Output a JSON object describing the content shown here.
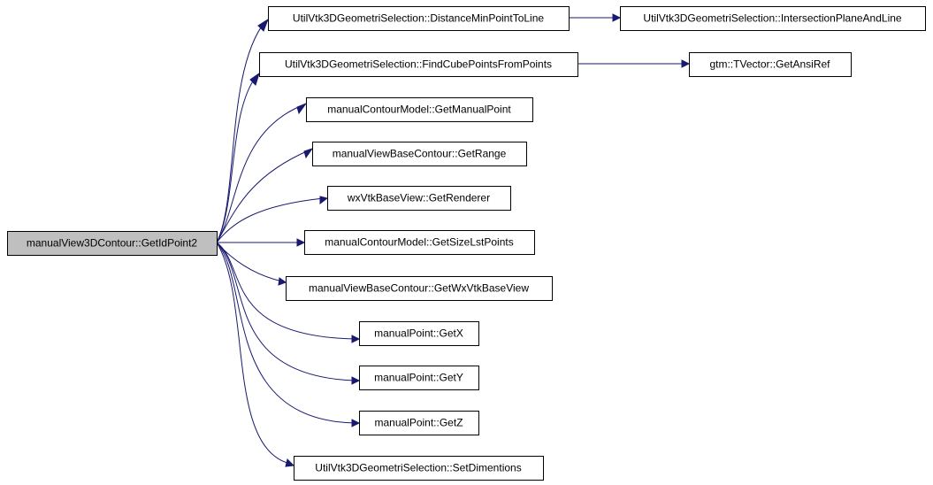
{
  "graph": {
    "colors": {
      "root_fill": "#bfbfbf",
      "node_fill": "#ffffff",
      "node_border": "#000000",
      "edge": "#191970"
    },
    "nodes": [
      {
        "id": "root",
        "label": "manualView3DContour::GetIdPoint2"
      },
      {
        "id": "dist",
        "label": "UtilVtk3DGeometriSelection::DistanceMinPointToLine"
      },
      {
        "id": "inter",
        "label": "UtilVtk3DGeometriSelection::IntersectionPlaneAndLine"
      },
      {
        "id": "cube",
        "label": "UtilVtk3DGeometriSelection::FindCubePointsFromPoints"
      },
      {
        "id": "ansi",
        "label": "gtm::TVector::GetAnsiRef"
      },
      {
        "id": "manpt",
        "label": "manualContourModel::GetManualPoint"
      },
      {
        "id": "range",
        "label": "manualViewBaseContour::GetRange"
      },
      {
        "id": "rend",
        "label": "wxVtkBaseView::GetRenderer"
      },
      {
        "id": "size",
        "label": "manualContourModel::GetSizeLstPoints"
      },
      {
        "id": "wxvtk",
        "label": "manualViewBaseContour::GetWxVtkBaseView"
      },
      {
        "id": "getx",
        "label": "manualPoint::GetX"
      },
      {
        "id": "gety",
        "label": "manualPoint::GetY"
      },
      {
        "id": "getz",
        "label": "manualPoint::GetZ"
      },
      {
        "id": "setdim",
        "label": "UtilVtk3DGeometriSelection::SetDimentions"
      }
    ],
    "edges": [
      {
        "from": "root",
        "to": "dist"
      },
      {
        "from": "root",
        "to": "cube"
      },
      {
        "from": "root",
        "to": "manpt"
      },
      {
        "from": "root",
        "to": "range"
      },
      {
        "from": "root",
        "to": "rend"
      },
      {
        "from": "root",
        "to": "size"
      },
      {
        "from": "root",
        "to": "wxvtk"
      },
      {
        "from": "root",
        "to": "getx"
      },
      {
        "from": "root",
        "to": "gety"
      },
      {
        "from": "root",
        "to": "getz"
      },
      {
        "from": "root",
        "to": "setdim"
      },
      {
        "from": "dist",
        "to": "inter"
      },
      {
        "from": "cube",
        "to": "ansi"
      }
    ]
  }
}
